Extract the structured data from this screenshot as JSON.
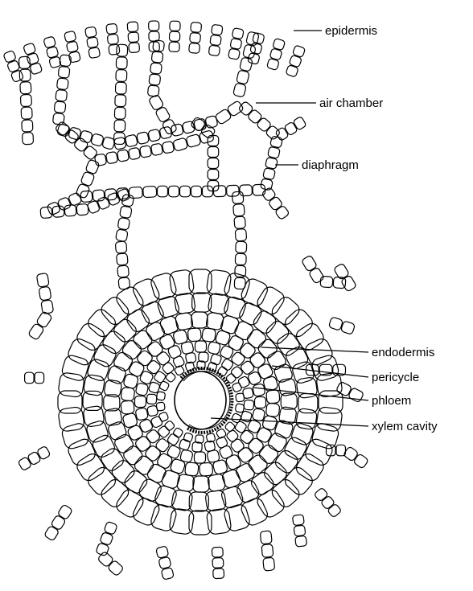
{
  "labels": {
    "epidermis": "epidermis",
    "air_chamber": "air chamber",
    "diaphragm": "diaphragm",
    "endodermis": "endodermis",
    "pericycle": "pericycle",
    "phloem": "phloem",
    "xylem_cavity": "xylem cavity"
  },
  "colors": {
    "ink": "#000000",
    "paper": "#ffffff"
  }
}
